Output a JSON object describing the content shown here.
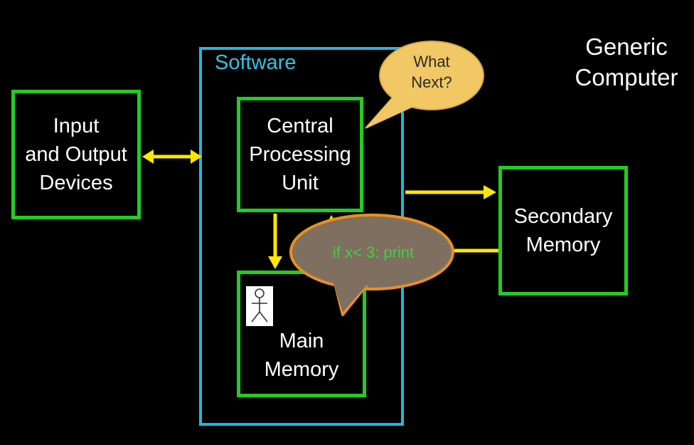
{
  "title": "Generic\nComputer",
  "software_label": "Software",
  "boxes": {
    "io": "Input\nand Output\nDevices",
    "cpu": "Central\nProcessing\nUnit",
    "main_memory": "Main\nMemory",
    "secondary_memory": "Secondary\nMemory"
  },
  "bubbles": {
    "what_next": "What\nNext?",
    "code": "if x< 3: print"
  },
  "colors": {
    "background": "#000000",
    "box_border": "#22cc22",
    "software_border": "#1fb8d6",
    "arrow": "#ffe600",
    "thought_bubble": "#f2c766",
    "code_bubble": "#7f6f60",
    "code_text": "#3cd13c"
  },
  "icons": [
    "stick-figure-icon"
  ]
}
